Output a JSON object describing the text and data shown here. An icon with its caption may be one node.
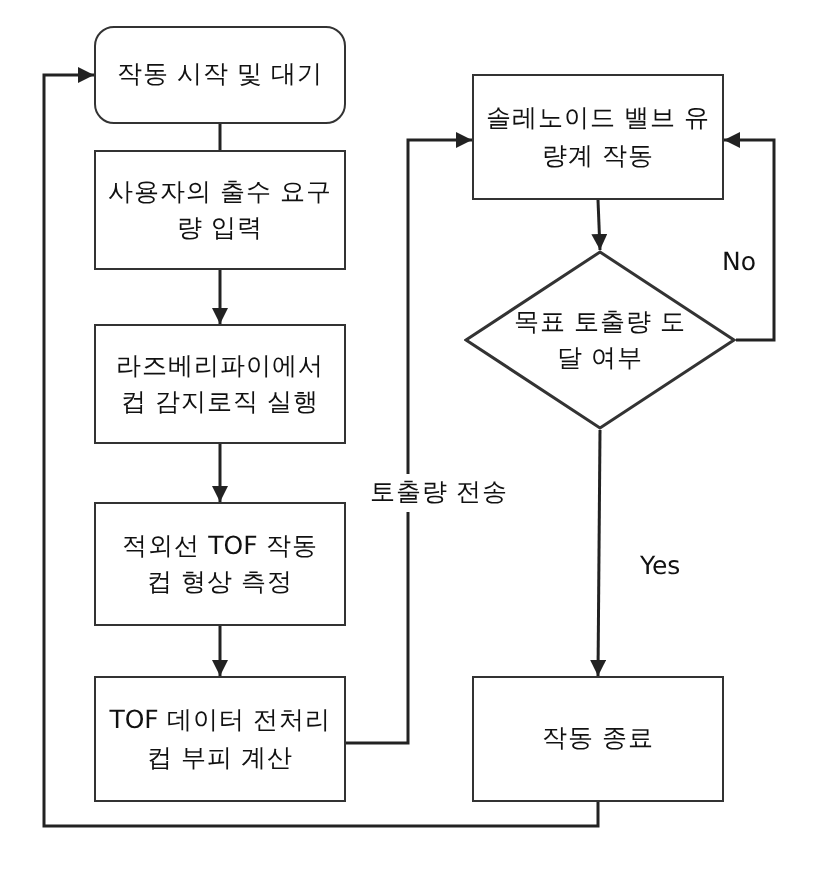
{
  "diagram": {
    "nodes": [
      {
        "text": [
          "작동 시작 및 대기"
        ]
      },
      {
        "text": [
          "사용자의 출수 요구량 입력"
        ]
      },
      {
        "text": [
          "라즈베리파이에서 컵 감지로직 실행"
        ]
      },
      {
        "text": [
          "적외선 TOF 작동 컵 형상 측정"
        ]
      },
      {
        "text": [
          "TOF 데이터 전처리 컵 부피 계산"
        ]
      },
      {
        "text": [
          "솔레노이드 밸브 유량계 작동"
        ]
      },
      {
        "text": [
          "목표 토출량 도달 여부"
        ]
      },
      {
        "text": [
          "작동 종료"
        ]
      }
    ],
    "edges": [
      {
        "from": 0,
        "to": 1,
        "arrow": "none"
      },
      {
        "from": 1,
        "to": 2,
        "arrow": "to"
      },
      {
        "from": 2,
        "to": 3,
        "arrow": "to"
      },
      {
        "from": 3,
        "to": 4,
        "arrow": "to"
      },
      {
        "from": 4,
        "to": 5,
        "arrow": "to",
        "label": "토출량 전송"
      },
      {
        "from": 5,
        "to": 6,
        "arrow": "to"
      },
      {
        "from": 6,
        "to": 5,
        "arrow": "to",
        "label": "No"
      },
      {
        "from": 6,
        "to": 7,
        "arrow": "to",
        "label": "Yes"
      },
      {
        "from": 7,
        "to": 0,
        "arrow": "to"
      }
    ]
  }
}
